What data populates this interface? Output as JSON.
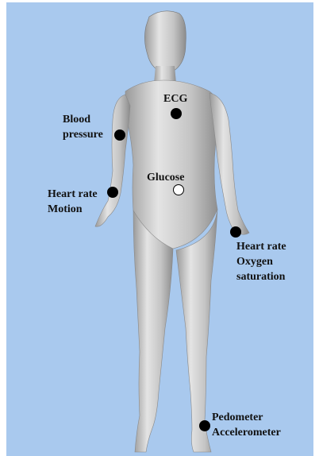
{
  "labels": {
    "ecg": "ECG",
    "blood_pressure": [
      "Blood",
      "pressure"
    ],
    "glucose": "Glucose",
    "heart_rate_motion": [
      "Heart rate",
      "Motion"
    ],
    "heart_rate_oxygen": [
      "Heart rate",
      "Oxygen",
      "saturation"
    ],
    "pedometer": [
      "Pedometer",
      "Accelerometer"
    ]
  },
  "colors": {
    "background": "#a9c9ee",
    "body": "#c8c8c8",
    "sensor": "#000000",
    "sensor_hollow": "#ffffff"
  }
}
